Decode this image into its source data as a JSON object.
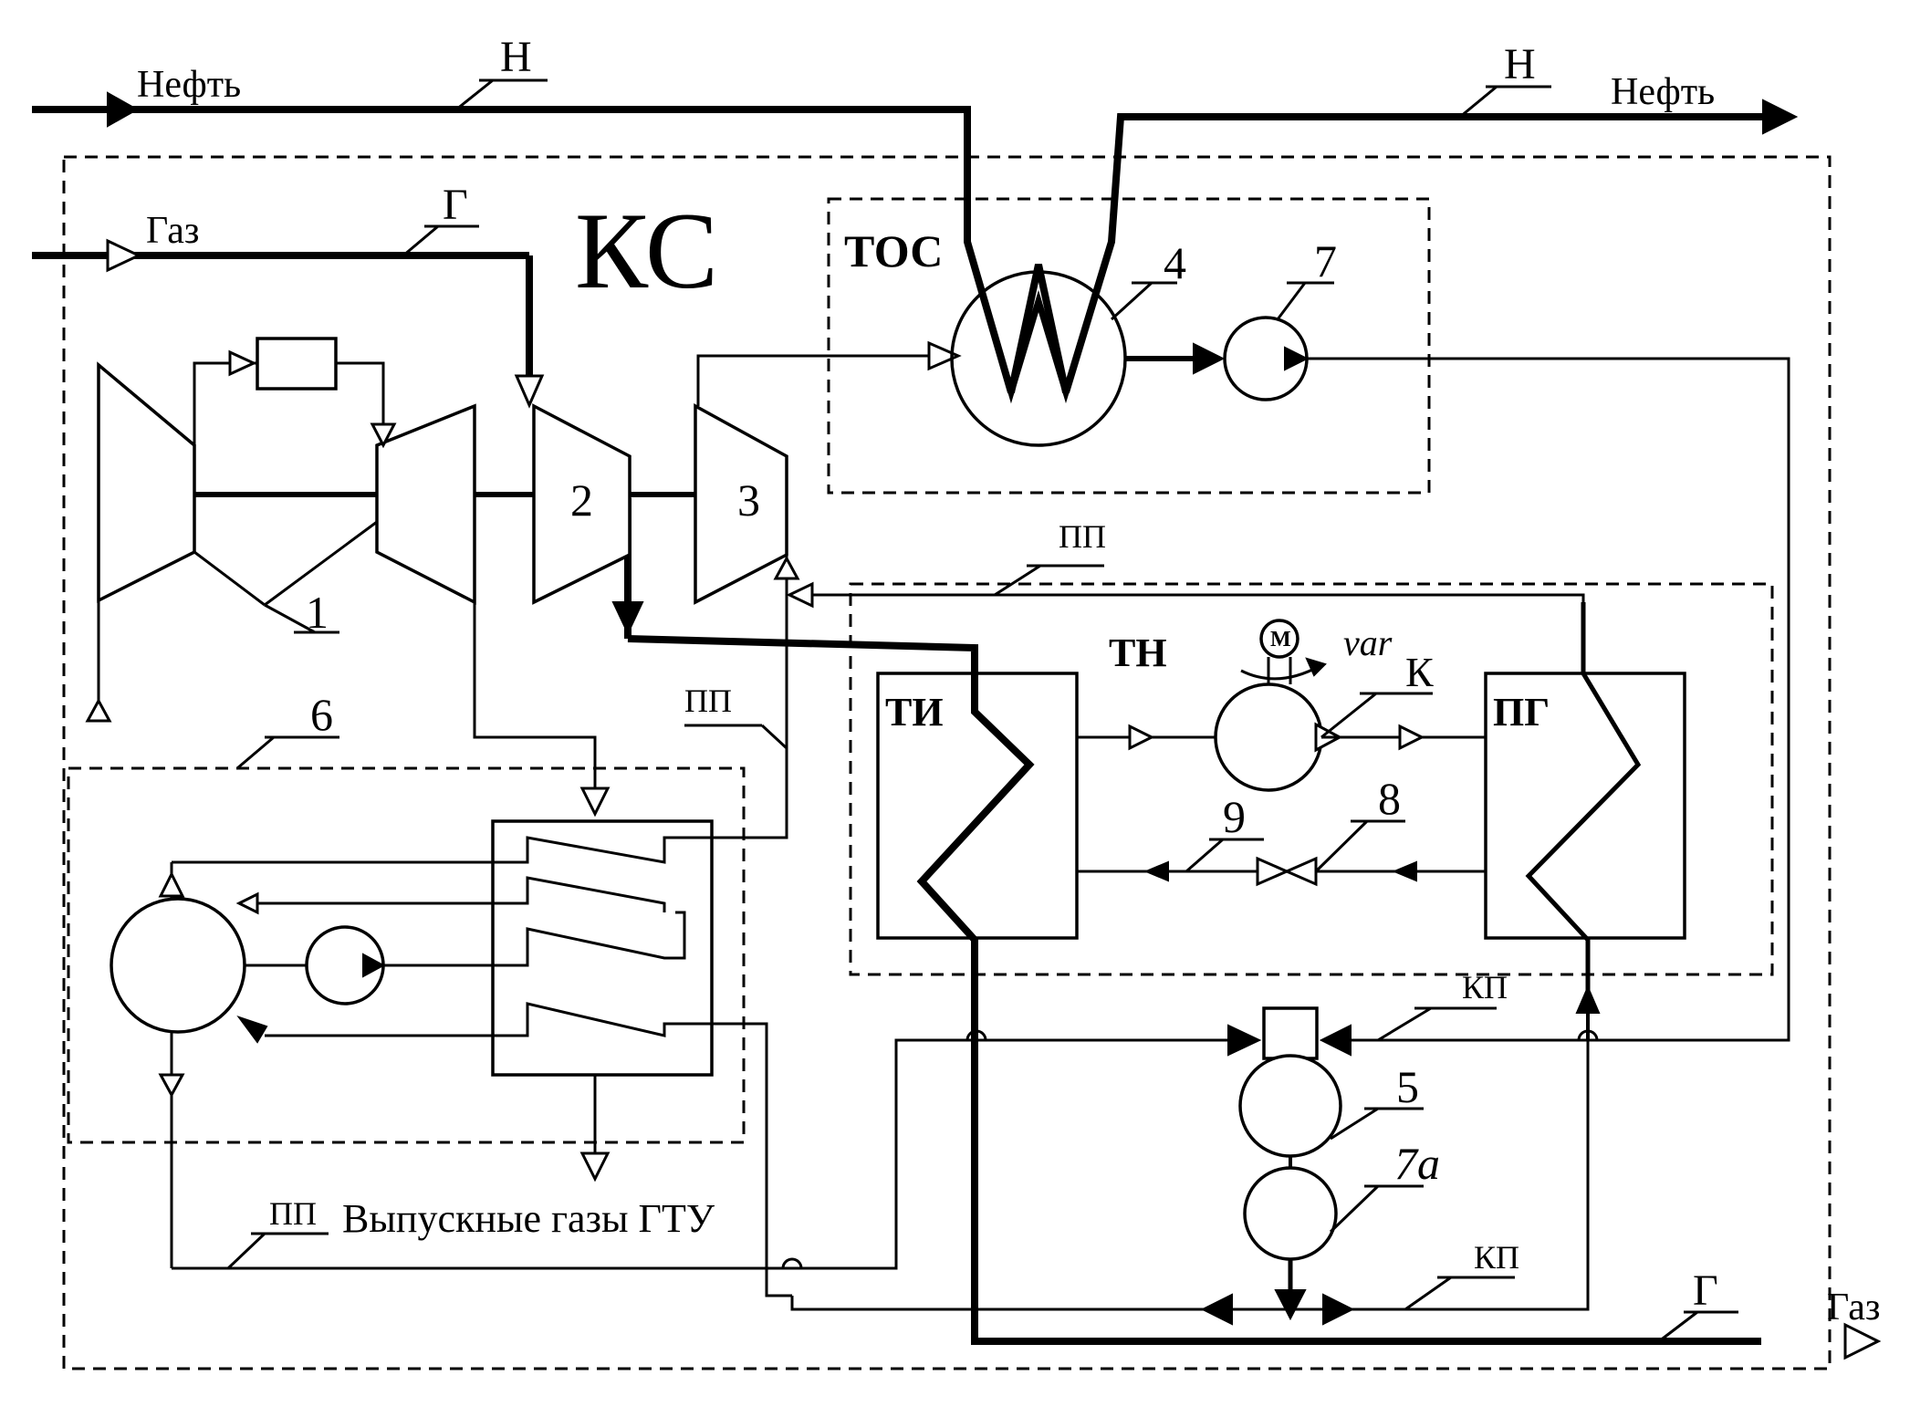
{
  "flows": {
    "oil_in": "Нефть",
    "oil_out": "Нефть",
    "gas_in": "Газ",
    "gas_out": "Газ",
    "oil_line_label": "Н",
    "gas_line_label": "Г",
    "steam_line_label": "ПП",
    "condensate_line_label": "КП"
  },
  "zones": {
    "compressor_station": "КС",
    "oil_heating_system": "ТОС",
    "heat_pump": "ТН"
  },
  "components": {
    "evaporator": "ТИ",
    "steam_generator": "ПГ",
    "compressor": "К",
    "motor": "М",
    "motor_mode": "var"
  },
  "numbers": [
    "1",
    "2",
    "3",
    "4",
    "5",
    "6",
    "7",
    "7а",
    "8",
    "9"
  ],
  "caption_exhaust": "Выпускные газы ГТУ"
}
